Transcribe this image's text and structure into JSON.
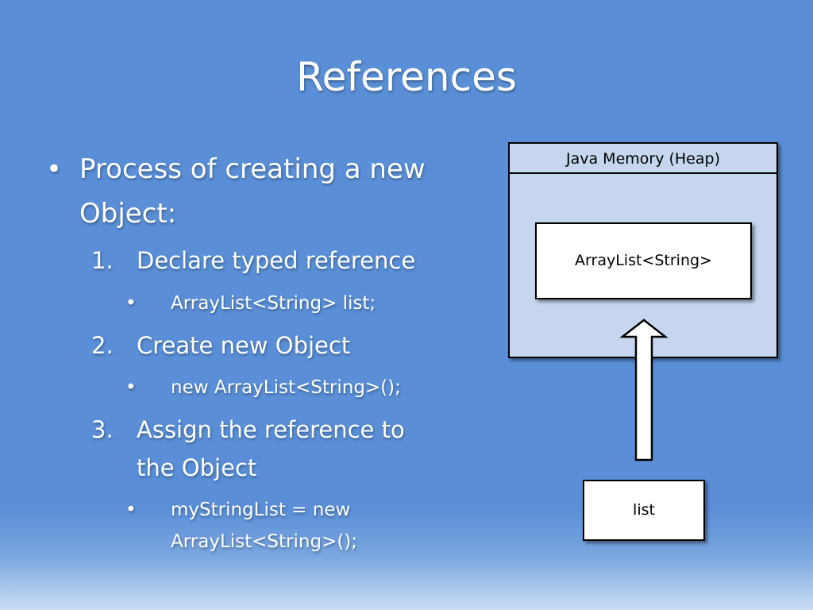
{
  "slide": {
    "title": "References",
    "bullet": "•",
    "lines": [
      "Process of creating a new",
      "Object:",
      "1.",
      "Declare typed reference",
      "ArrayList<String> list;",
      "2.",
      "Create new Object",
      "new ArrayList<String>();",
      "3.",
      "Assign the reference to",
      "the Object",
      "myStringList = new",
      "ArrayList<String>();"
    ]
  },
  "diagram": {
    "heap_label": "Java Memory (Heap)",
    "object_label": "ArrayList<String>",
    "reference_label": "list",
    "colors": {
      "background": "#5a8fd7",
      "heap_fill": "#c6d6ef",
      "box_fill": "#ffffff",
      "stroke": "#000000"
    }
  }
}
